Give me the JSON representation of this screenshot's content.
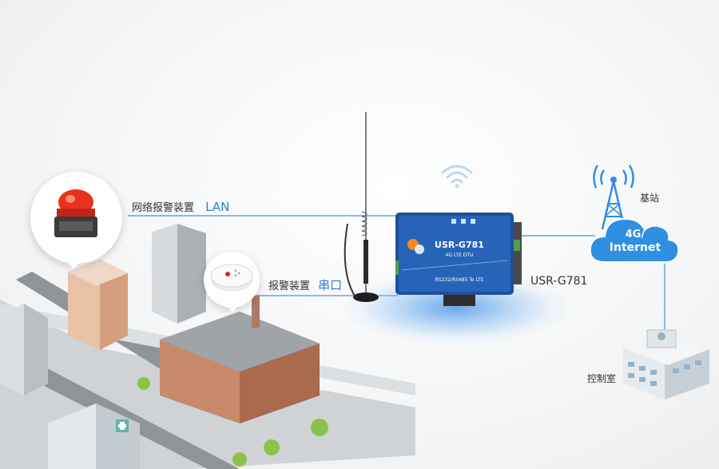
{
  "labels": {
    "lan_device": "网络报警装置",
    "lan": "LAN",
    "serial_device": "报警装置",
    "serial": "串口",
    "device_model": "USR-G781",
    "base_station": "基站",
    "cloud_line1": "4G/",
    "cloud_line2": "Internet",
    "control_room": "控制室"
  },
  "device_panel": {
    "brand_model": "USR-G781",
    "subtitle": "4G LTE DTU",
    "interface": "RS232/RS485 To LTE"
  },
  "colors": {
    "link_line": "#4a90d9",
    "cloud": "#2f8fe0",
    "device_body": "#1e4f9c",
    "accent_text": "#2b7fd1"
  },
  "icons": [
    "wifi-icon",
    "alarm-light-icon",
    "smoke-detector-icon",
    "antenna-icon",
    "cell-tower-icon",
    "cloud-icon"
  ]
}
